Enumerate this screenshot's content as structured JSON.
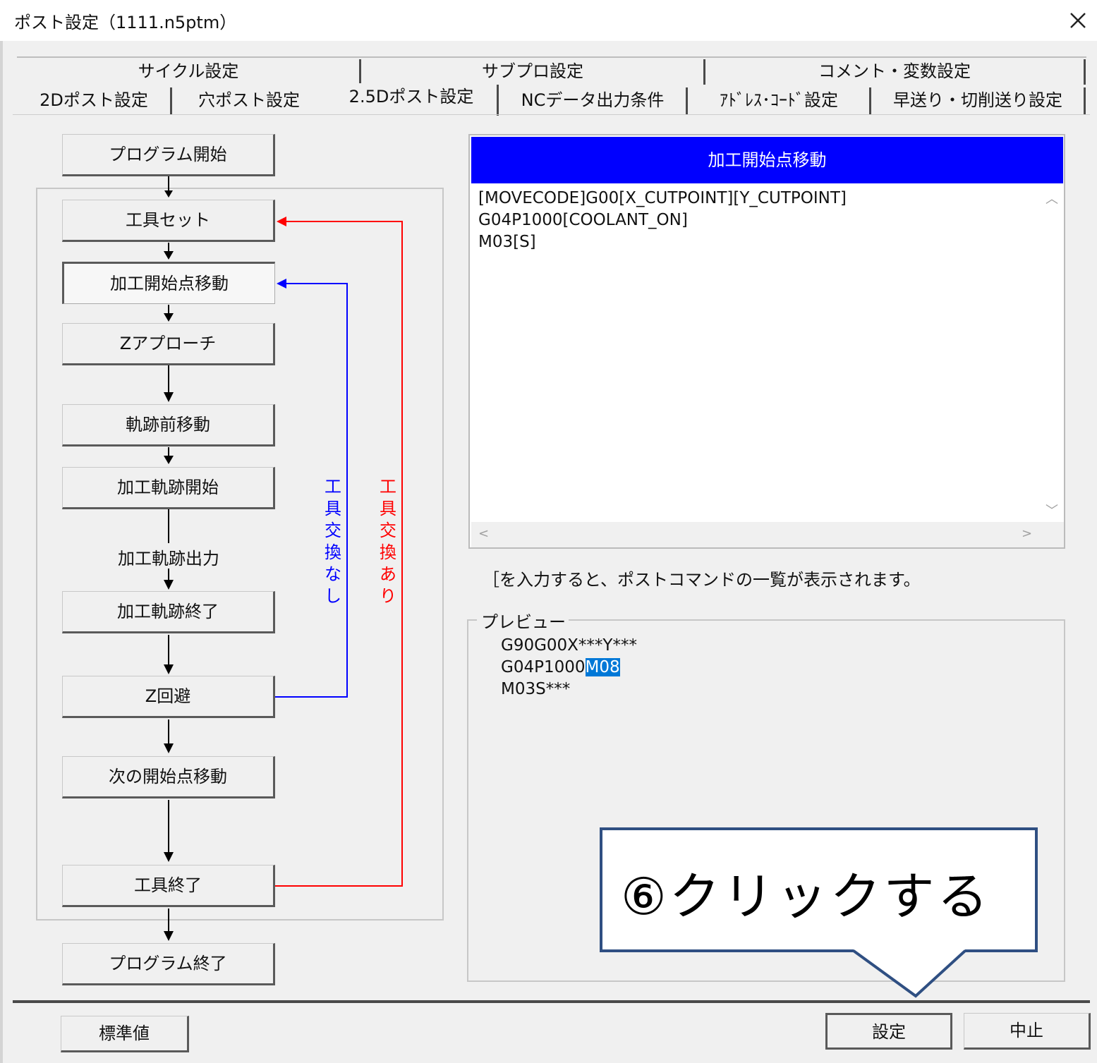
{
  "window": {
    "title": "ポスト設定（1111.n5ptm）"
  },
  "tabs_row1": [
    "サイクル設定",
    "サブプロ設定",
    "コメント・変数設定"
  ],
  "tabs_row2": [
    "2Dポスト設定",
    "穴ポスト設定",
    "2.5Dポスト設定",
    "NCデータ出力条件",
    "ｱﾄﾞﾚｽ･ｺｰﾄﾞ設定",
    "早送り・切削送り設定"
  ],
  "active_tab": "2.5Dポスト設定",
  "flow": {
    "program_start": "プログラム開始",
    "tool_set": "工具セット",
    "move_start_point": "加工開始点移動",
    "z_approach": "Zアプローチ",
    "pre_path_move": "軌跡前移動",
    "path_start": "加工軌跡開始",
    "path_output": "加工軌跡出力",
    "path_end": "加工軌跡終了",
    "z_retract": "Z回避",
    "next_start_move": "次の開始点移動",
    "tool_end": "工具終了",
    "program_end": "プログラム終了",
    "no_tool_change": "工具交換なし",
    "with_tool_change": "工具交換あり"
  },
  "editor": {
    "header": "加工開始点移動",
    "code": "[MOVECODE]G00[X_CUTPOINT][Y_CUTPOINT]\nG04P1000[COOLANT_ON]\nM03[S]"
  },
  "hint_text": "［を入力すると、ポストコマンドの一覧が表示されます。",
  "preview": {
    "label": "プレビュー",
    "line1": "G90G00X***Y***",
    "line2_prefix": "G04P1000",
    "line2_highlight": "M08",
    "line3": "M03S***"
  },
  "callout": {
    "text": "⑥クリックする"
  },
  "buttons": {
    "default": "標準値",
    "set": "設定",
    "cancel": "中止"
  },
  "colors": {
    "header_blue": "#0000ff",
    "arrow_red": "#ff0000",
    "arrow_blue": "#0000ff",
    "highlight": "#0078d7",
    "callout_border": "#2f4f82"
  }
}
